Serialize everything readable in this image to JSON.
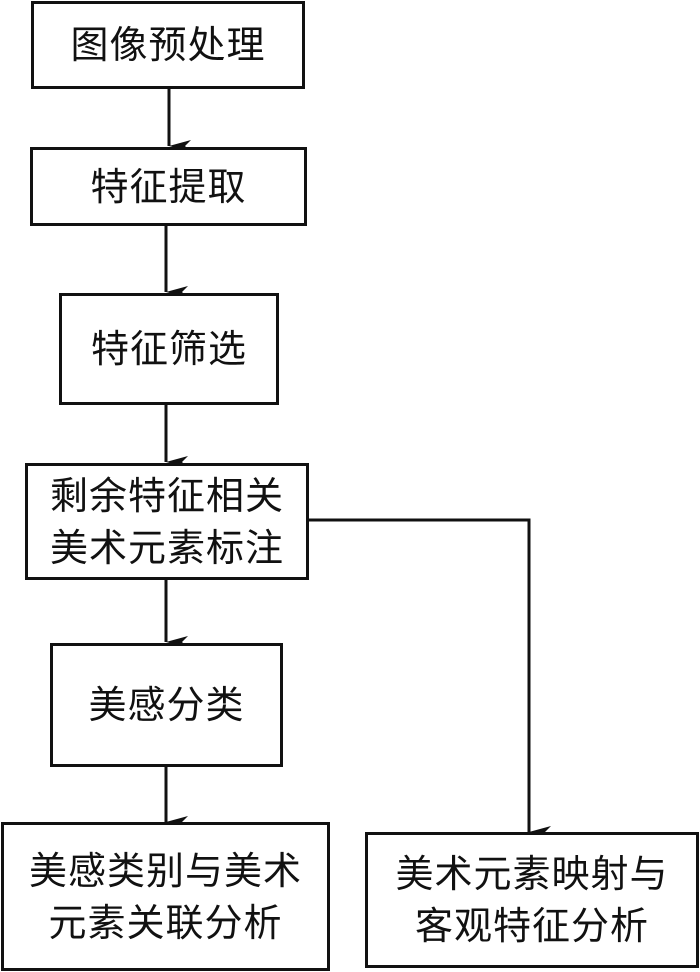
{
  "diagram": {
    "type": "flowchart",
    "nodes": [
      {
        "id": "preprocess",
        "lines": [
          "图像预处理"
        ]
      },
      {
        "id": "extract",
        "lines": [
          "特征提取"
        ]
      },
      {
        "id": "select",
        "lines": [
          "特征筛选"
        ]
      },
      {
        "id": "annotate",
        "lines": [
          "剩余特征相关",
          "美术元素标注"
        ]
      },
      {
        "id": "classify",
        "lines": [
          "美感分类"
        ]
      },
      {
        "id": "assoc",
        "lines": [
          "美感类别与美术",
          "元素关联分析"
        ]
      },
      {
        "id": "mapping",
        "lines": [
          "美术元素映射与",
          "客观特征分析"
        ]
      }
    ],
    "edges": [
      {
        "from": "preprocess",
        "to": "extract"
      },
      {
        "from": "extract",
        "to": "select"
      },
      {
        "from": "select",
        "to": "annotate"
      },
      {
        "from": "annotate",
        "to": "classify"
      },
      {
        "from": "classify",
        "to": "assoc"
      },
      {
        "from": "annotate",
        "to": "mapping"
      }
    ],
    "colors": {
      "stroke": "#111111",
      "text": "#111111",
      "background": "#ffffff"
    }
  }
}
